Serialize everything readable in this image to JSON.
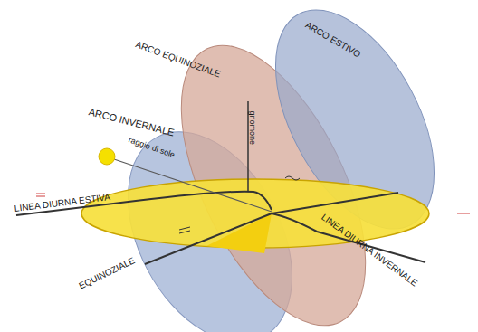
{
  "diagram": {
    "labels": [
      "ARCO ESTIVO",
      "ARCO EQUINOZIALE",
      "ARCO INVERNALE",
      "raggio di sole",
      "gnomone",
      "LINEA DIURNA ESTIVA",
      "EQUINOZIALE",
      "LINEA DIURNA INVERNALE"
    ]
  }
}
